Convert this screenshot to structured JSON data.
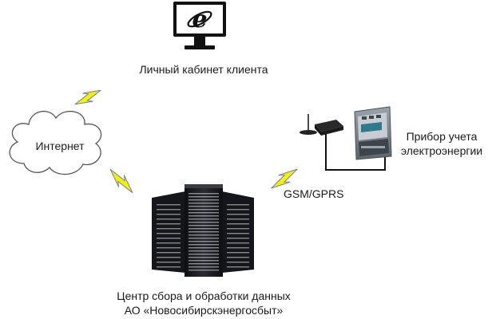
{
  "nodes": {
    "client_cabinet": {
      "label": "Личный кабинет клиента",
      "icon": "monitor-with-internet-explorer-icon"
    },
    "internet": {
      "label": "Интернет",
      "icon": "cloud-icon"
    },
    "data_center": {
      "label_line1": "Центр сбора и обработки данных",
      "label_line2": "АО «Новосибирскэнергосбыт»",
      "icon": "server-racks-icon"
    },
    "meter": {
      "label_line1": "Прибор учета",
      "label_line2": "электроэнергии",
      "icon": "electricity-meter-icon"
    },
    "modem": {
      "icon": "gsm-modem-icon"
    }
  },
  "links": {
    "gsm_gprs": {
      "label": "GSM/GPRS"
    }
  },
  "colors": {
    "lightning_fill": "#f4f200",
    "lightning_stroke": "#6f7fb0",
    "cloud_stroke": "#555555",
    "server_body": "#1b1c22",
    "server_led": "#e8e8e8",
    "wire": "#111111"
  }
}
